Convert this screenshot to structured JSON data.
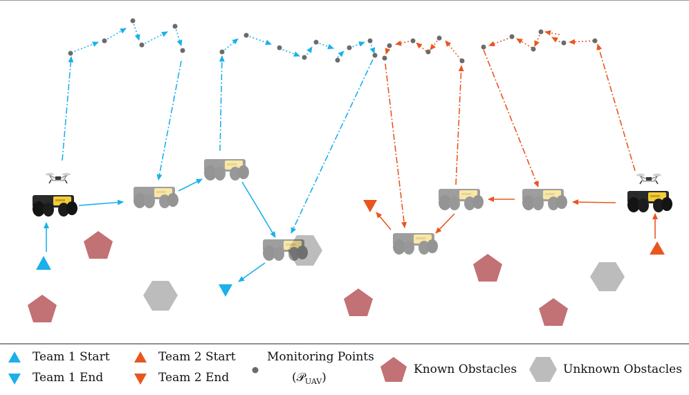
{
  "colors": {
    "team1": "#1ab0ea",
    "team2": "#e8561e",
    "monitor_point": "#6b6b6b",
    "known_obstacle": "#c27174",
    "unknown_obstacle": "#bcbcbc",
    "robot_body": "#1e1e1e",
    "robot_panel": "#f2cc3a"
  },
  "legend": {
    "team1_start": "Team 1 Start",
    "team1_end": "Team 1 End",
    "team2_start": "Team 2 Start",
    "team2_end": "Team 2 End",
    "monitoring_points": "Monitoring Points",
    "monitoring_points_symbol": "(𝒫",
    "monitoring_points_sub": "UAV",
    "monitoring_points_close": ")",
    "known_obstacles": "Known Obstacles",
    "unknown_obstacles": "Unknown Obstacles"
  }
}
